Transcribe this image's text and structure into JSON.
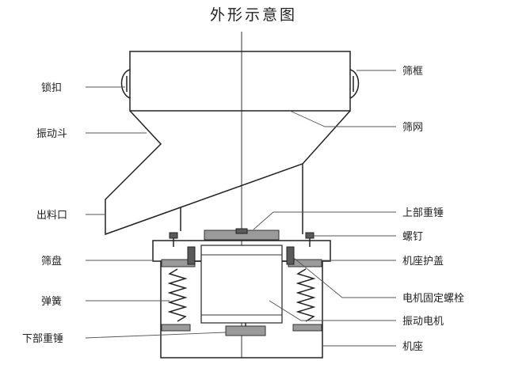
{
  "title": "外形示意图",
  "labels_left": {
    "lock_buckle": "锁扣",
    "vibrating_hopper": "振动斗",
    "discharge_port": "出料口",
    "screen_tray": "筛盘",
    "spring": "弹簧",
    "lower_weight": "下部重锤"
  },
  "labels_right": {
    "screen_frame": "筛框",
    "screen_mesh": "筛网",
    "upper_weight": "上部重锤",
    "screw": "螺钉",
    "base_cover": "机座护盖",
    "motor_bolt": "电机固定螺栓",
    "vibration_motor": "振动电机",
    "base": "机座"
  }
}
